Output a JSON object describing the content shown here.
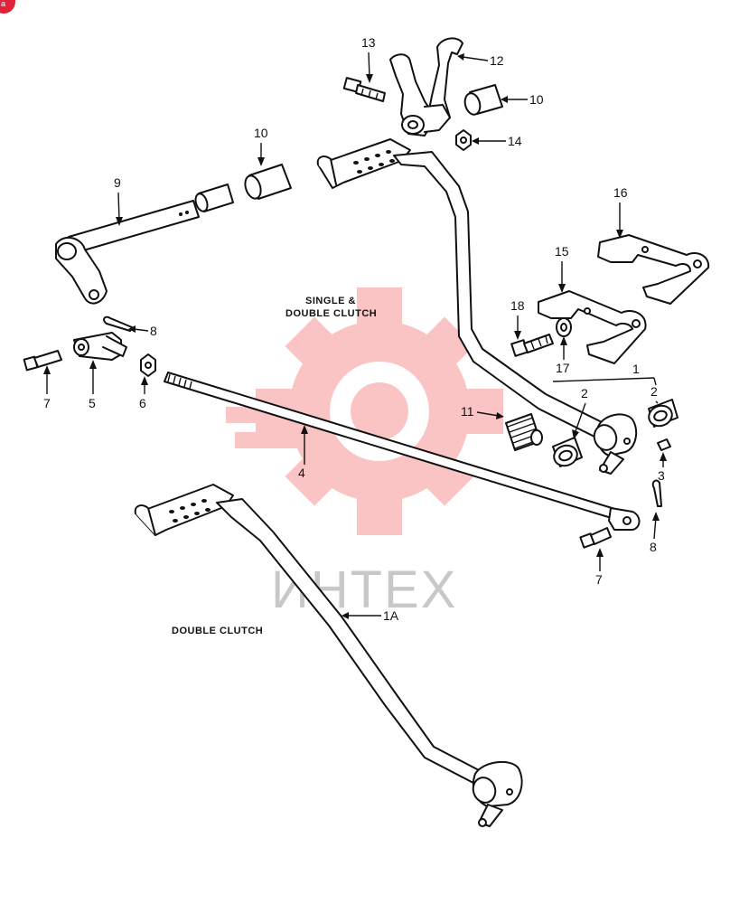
{
  "badge": {
    "label": "a",
    "color": "#e0223a"
  },
  "watermark": {
    "text": "ИНТЕХ",
    "color": "#f25a5a"
  },
  "captions": {
    "single_double": [
      "SINGLE &",
      "DOUBLE CLUTCH"
    ],
    "double_only": "DOUBLE CLUTCH"
  },
  "callouts": [
    "13",
    "12",
    "10",
    "14",
    "10",
    "9",
    "16",
    "15",
    "18",
    "8",
    "17",
    "7",
    "5",
    "6",
    "1",
    "2",
    "2",
    "11",
    "4",
    "3",
    "8",
    "7",
    "1A"
  ]
}
